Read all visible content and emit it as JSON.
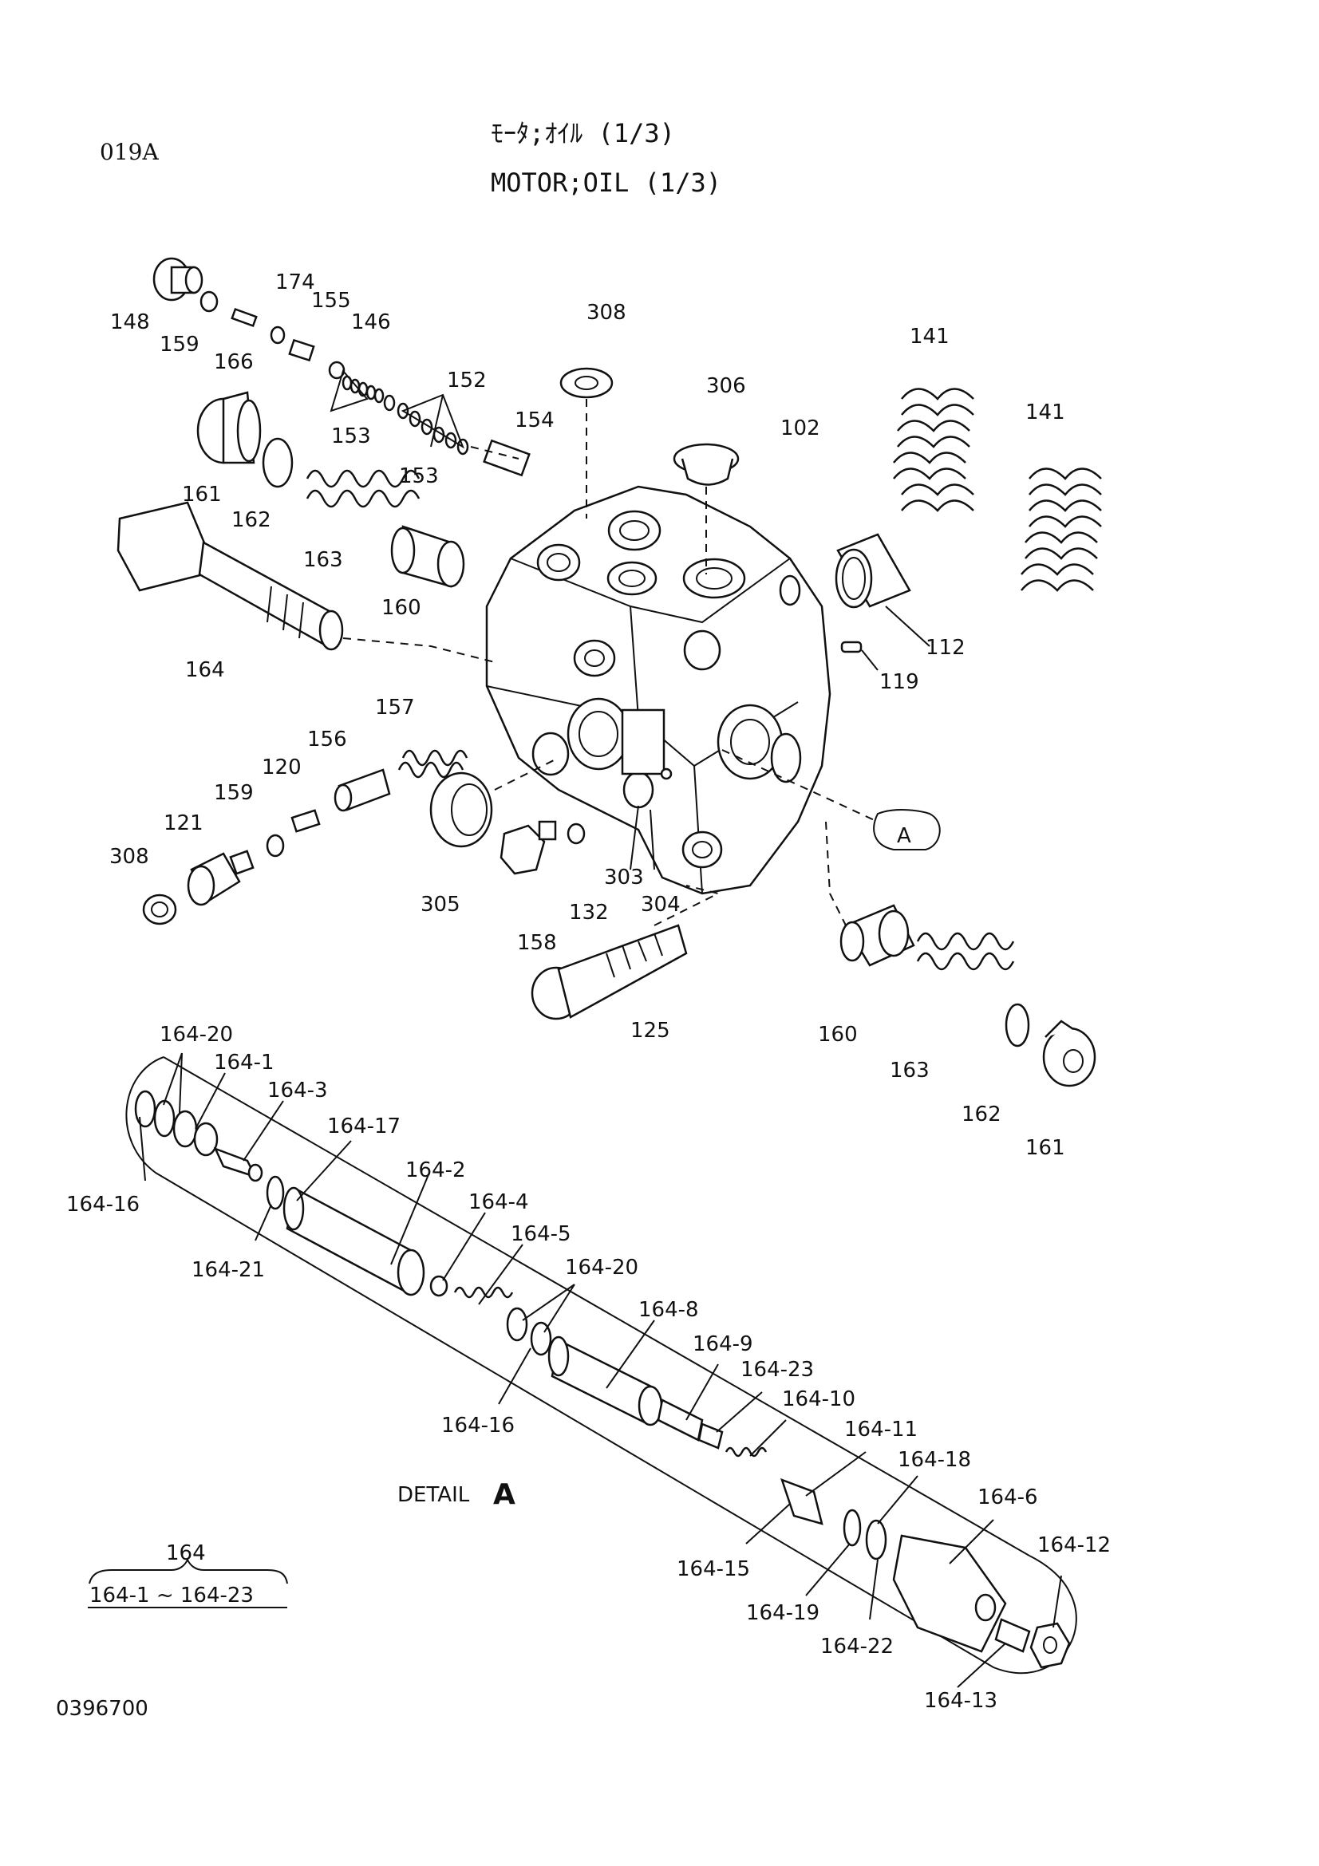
{
  "header": {
    "page_code": "019A",
    "title_jp": "ﾓｰﾀ;ｵｲﾙ (1/3)",
    "title_en": "MOTOR;OIL (1/3)"
  },
  "parts": {
    "p148": "148",
    "p159a": "159",
    "p166": "166",
    "p174": "174",
    "p155": "155",
    "p146": "146",
    "p152": "152",
    "p153a": "153",
    "p153b": "153",
    "p154": "154",
    "p308a": "308",
    "p306": "306",
    "p102": "102",
    "p141a": "141",
    "p141b": "141",
    "p161a": "161",
    "p162a": "162",
    "p163a": "163",
    "p160a": "160",
    "p164": "164",
    "p112": "112",
    "p119": "119",
    "p157": "157",
    "p156": "156",
    "p120": "120",
    "p159b": "159",
    "p121": "121",
    "p308b": "308",
    "p305": "305",
    "p158": "158",
    "p132": "132",
    "p303": "303",
    "p304": "304",
    "p125": "125",
    "p160b": "160",
    "p163b": "163",
    "p162b": "162",
    "p161b": "161",
    "callout_a": "A"
  },
  "detail": {
    "caption_word": "DETAIL",
    "caption_letter": "A",
    "labels": {
      "d20a": "164-20",
      "d1": "164-1",
      "d3": "164-3",
      "d17": "164-17",
      "d16a": "164-16",
      "d2": "164-2",
      "d21": "164-21",
      "d4": "164-4",
      "d5": "164-5",
      "d20b": "164-20",
      "d8": "164-8",
      "d9": "164-9",
      "d23": "164-23",
      "d16b": "164-16",
      "d10": "164-10",
      "d11": "164-11",
      "d18": "164-18",
      "d6": "164-6",
      "d15": "164-15",
      "d12": "164-12",
      "d19": "164-19",
      "d22": "164-22",
      "d13": "164-13"
    }
  },
  "legend": {
    "assembly": "164",
    "range": "164-1 ~ 164-23"
  },
  "footer": {
    "drawing_number": "0396700"
  }
}
